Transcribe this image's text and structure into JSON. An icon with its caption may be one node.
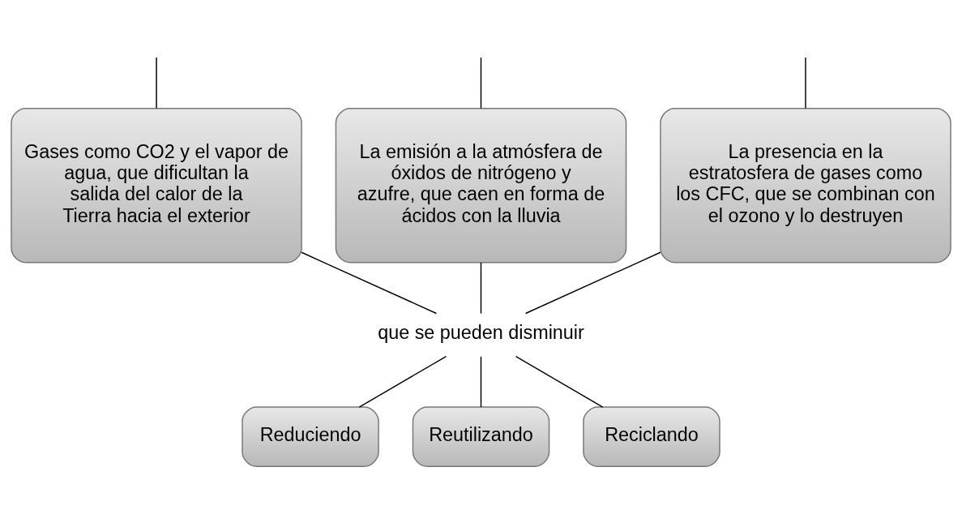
{
  "diagram": {
    "nodes": [
      {
        "text": [
          "Gases como CO2 y el vapor de agua, que dificultan la salida del calor de la Tierra hacia el exterior"
        ]
      },
      {
        "text": [
          "La emisión a la atmósfera de óxidos de nitrógeno y azufre, que caen en forma de ácidos con la lluvia"
        ]
      },
      {
        "text": [
          "La presencia en la estratosfera de gases como los CFC, que se combinan con el ozono y lo destruyen"
        ]
      },
      {
        "text": [
          "que se pueden disminuir"
        ]
      },
      {
        "text": [
          "Reduciendo"
        ]
      },
      {
        "text": [
          "Reutilizando"
        ]
      },
      {
        "text": [
          "Reciclando"
        ]
      }
    ],
    "edges": [
      {
        "from": null,
        "to": 0,
        "arrow": "none"
      },
      {
        "from": null,
        "to": 1,
        "arrow": "none"
      },
      {
        "from": null,
        "to": 2,
        "arrow": "none"
      },
      {
        "from": 0,
        "to": 3,
        "arrow": "none"
      },
      {
        "from": 1,
        "to": 3,
        "arrow": "none"
      },
      {
        "from": 2,
        "to": 3,
        "arrow": "none"
      },
      {
        "from": 3,
        "to": 4,
        "arrow": "none"
      },
      {
        "from": 3,
        "to": 5,
        "arrow": "none"
      },
      {
        "from": 3,
        "to": 6,
        "arrow": "none"
      }
    ]
  }
}
